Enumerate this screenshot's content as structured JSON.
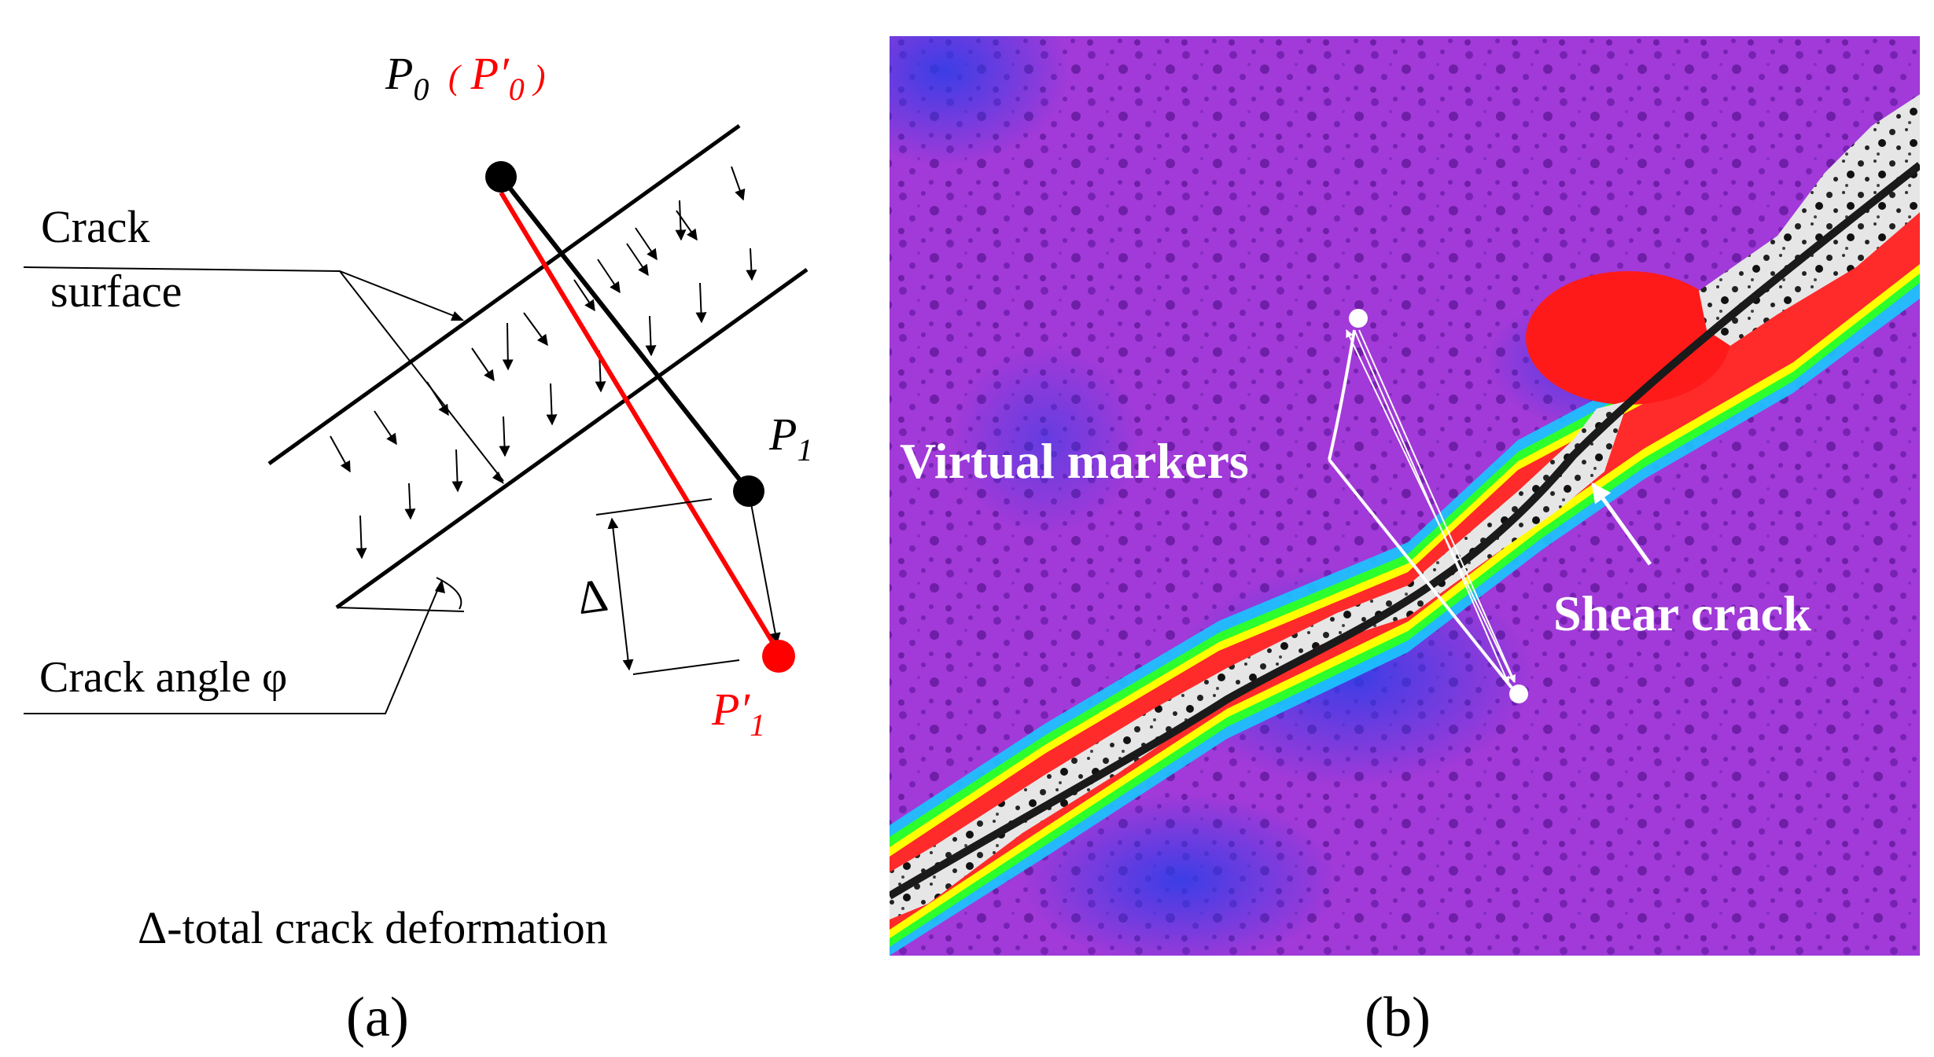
{
  "panel_a": {
    "p0_label": "P",
    "p0_sub": "0",
    "p0_prime_open": "(",
    "p0_prime_label": "P′",
    "p0_prime_sub": "0",
    "p0_prime_close": ")",
    "p1_label": "P",
    "p1_sub": "1",
    "p1_prime_label": "P′",
    "p1_prime_sub": "1",
    "crack_surface_line1": "Crack",
    "crack_surface_line2": "surface",
    "crack_angle_label": "Crack angle  φ",
    "delta_symbol": "Δ",
    "caption_note": "Δ-total crack deformation",
    "panel_label": "(a)"
  },
  "panel_b": {
    "virtual_markers_label": "Virtual markers",
    "shear_crack_label": "Shear crack",
    "panel_label": "(b)"
  },
  "colors": {
    "black": "#000000",
    "red": "#ff0000",
    "field_purple": "#9b35d6",
    "field_blue": "#3a3ae0",
    "crack_gray": "#d8d8d8",
    "white": "#ffffff"
  }
}
